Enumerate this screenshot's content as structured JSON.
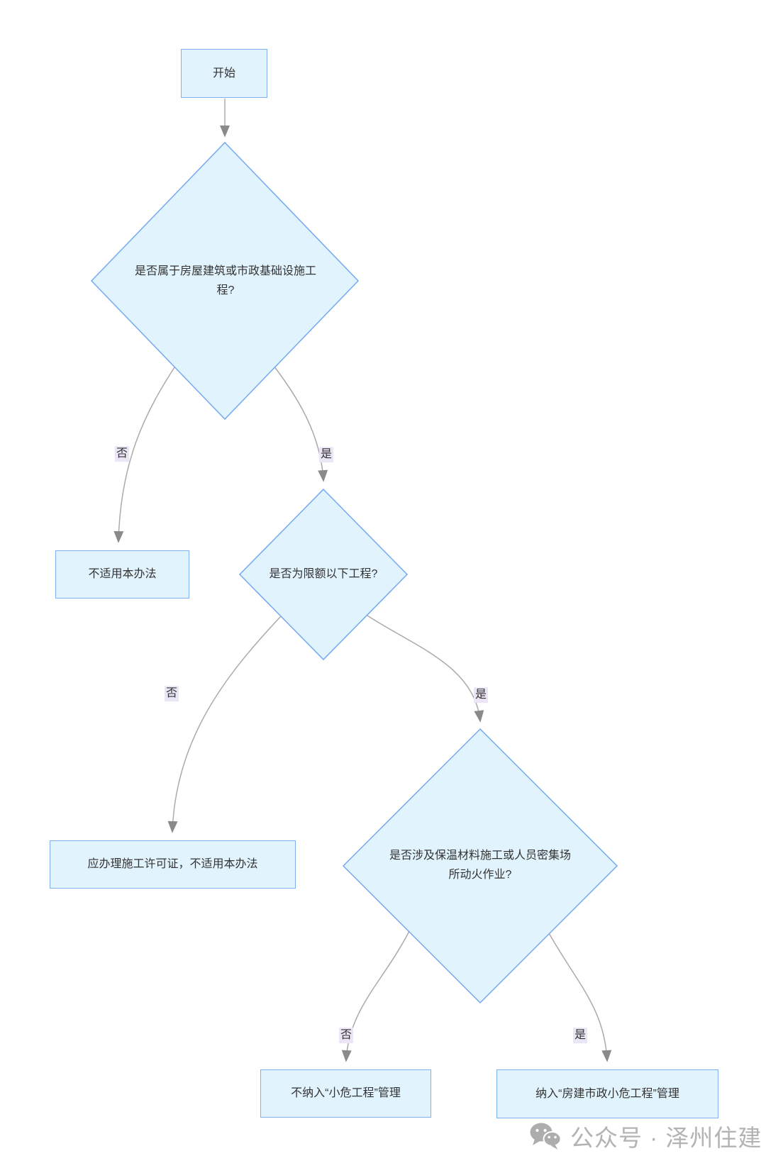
{
  "flowchart": {
    "start": {
      "label": "开始"
    },
    "decisions": [
      {
        "label": "是否属于房屋建筑或市政基础设施工\n程?"
      },
      {
        "label": "是否为限额以下工程?"
      },
      {
        "label": "是否涉及保温材料施工或人员密集场\n所动火作业?"
      }
    ],
    "results": [
      {
        "label": "不适用本办法"
      },
      {
        "label": "应办理施工许可证，不适用本办法"
      },
      {
        "label": "不纳入“小危工程”管理"
      },
      {
        "label": "纳入“房建市政小危工程”管理"
      }
    ],
    "edges": [
      {
        "label": "否"
      },
      {
        "label": "是"
      },
      {
        "label": "否"
      },
      {
        "label": "是"
      },
      {
        "label": "否"
      },
      {
        "label": "是"
      }
    ]
  },
  "watermark": {
    "icon": "wechat-icon",
    "text": "公众号 · 泽州住建"
  },
  "colors": {
    "node_fill": "#e1f3fd",
    "node_border": "#7fb0f2",
    "edge_line": "#aaaaaa",
    "arrowhead": "#8a8a8a",
    "edge_label_bg": "#ebe6f6",
    "text": "#333333",
    "watermark": "#b3b3b3"
  }
}
